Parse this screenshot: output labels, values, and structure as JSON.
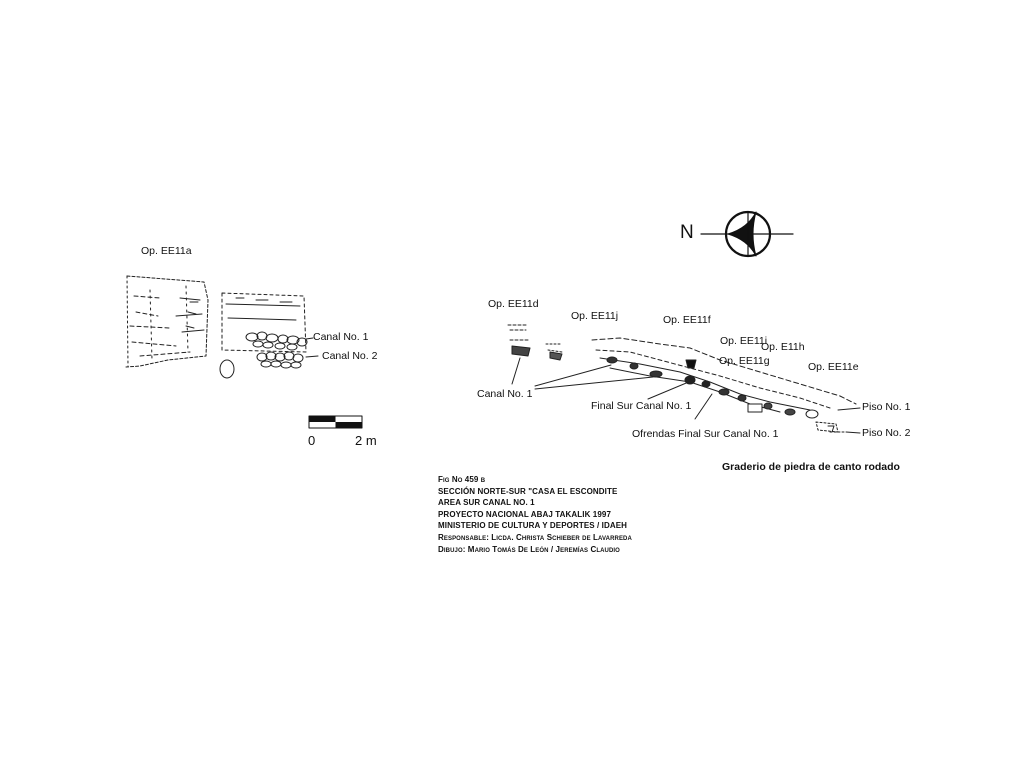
{
  "labels": {
    "op_ee11a": "Op. EE11a",
    "canal_no1_left": "Canal No. 1",
    "canal_no2_left": "Canal No. 2",
    "op_ee11d": "Op. EE11d",
    "op_ee11j": "Op. EE11j",
    "op_ee11f": "Op. EE11f",
    "op_ee11i": "Op. EE11i",
    "op_e11h": "Op. E11h",
    "op_ee11g": "Op. EE11g",
    "op_ee11e": "Op. EE11e",
    "canal_no1_right": "Canal No. 1",
    "final_sur_canal": "Final Sur Canal No. 1",
    "ofrendas": "Ofrendas Final Sur Canal No. 1",
    "piso_no1": "Piso No. 1",
    "piso_no2": "Piso No. 2",
    "graderio": "Graderio de piedra de canto rodado"
  },
  "north": {
    "label": "N"
  },
  "scale": {
    "start": "0",
    "end": "2 m"
  },
  "caption": {
    "line1": "Fig  No  459 b",
    "line2": "SECCIÓN NORTE-SUR \"CASA EL ESCONDITE",
    "line3": "AREA SUR CANAL NO. 1",
    "line4": "PROYECTO NACIONAL ABAJ TAKALIK 1997",
    "line5": "MINISTERIO DE CULTURA Y DEPORTES / IDAEH",
    "line6": "Responsable: Licda. Christa Schieber de Lavarreda",
    "line7": "Dibujo: Mario Tomás De León / Jeremías Claudio"
  }
}
